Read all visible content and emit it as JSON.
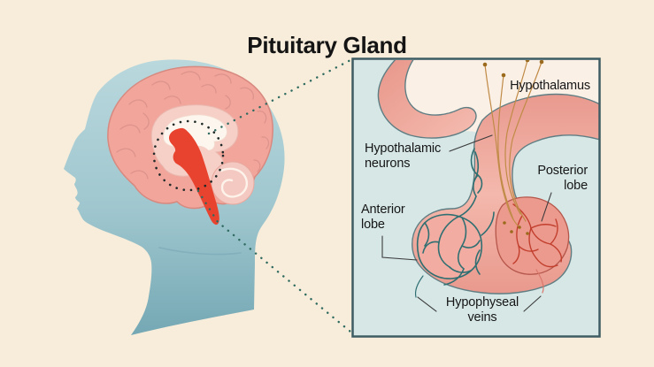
{
  "title": "Pituitary Gland",
  "diagram": {
    "subject": "hypothalamus-pituitary anatomy, head cutaway with magnified inset",
    "inset_labels": {
      "hypothalamus": "Hypothalamus",
      "hypothalamic_neurons_line1": "Hypothalamic",
      "hypothalamic_neurons_line2": "neurons",
      "anterior_lobe_line1": "Anterior",
      "anterior_lobe_line2": "lobe",
      "posterior_lobe_line1": "Posterior",
      "posterior_lobe_line2": "lobe",
      "hypophyseal_veins_line1": "Hypophyseal",
      "hypophyseal_veins_line2": "veins"
    },
    "colors": {
      "background": "#f8edda",
      "head_silhouette": "#9cc3cc",
      "brain_pink": "#f1a59b",
      "inner_brain_pink": "#f6cfc7",
      "corpus_callosum_cream": "#fdf6ee",
      "pituitary_highlight_red": "#e8432f",
      "inset_background": "#d6e7e6",
      "inset_border": "#3e5c63",
      "inset_tissue_pink": "#eda095",
      "inset_cream": "#fbf0e6",
      "teal_veins": "#2f6f72",
      "red_veins": "#c23f2e",
      "neuron_fiber_tan": "#c08b47",
      "neuron_dot_brown": "#9c6a1d",
      "dotted_guide_teal": "#2e6a5f",
      "label_text": "#161616"
    }
  }
}
